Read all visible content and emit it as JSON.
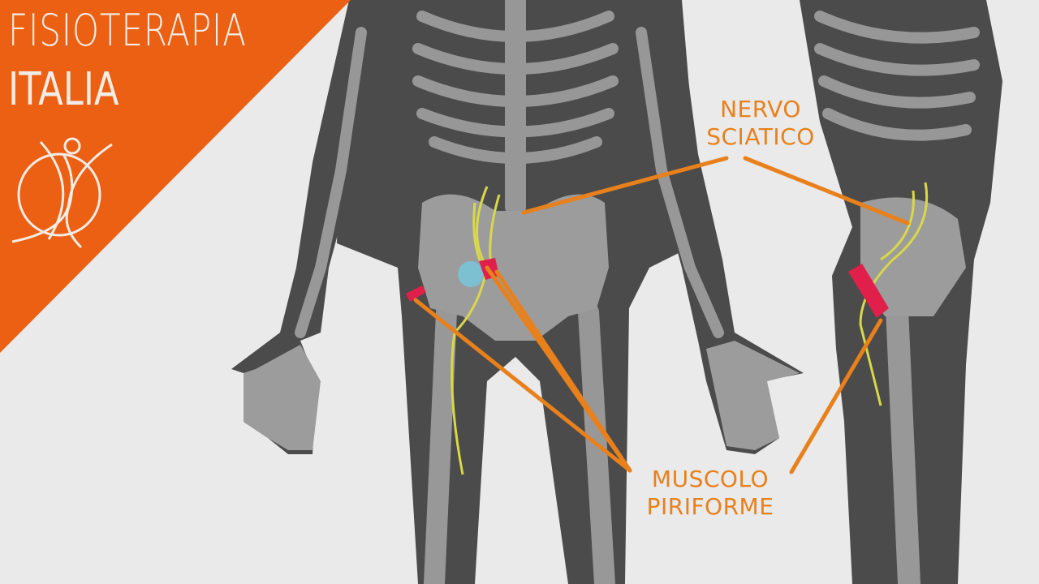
{
  "brand": {
    "line1": "FISIOTERAPIA",
    "line2": "ITALIA",
    "color": "#eb6012"
  },
  "labels": {
    "sciatic_nerve": [
      "NERVO",
      "SCIATICO"
    ],
    "piriformis": [
      "MUSCOLO",
      "PIRIFORME"
    ]
  },
  "colors": {
    "background": "#eaeaea",
    "body": "#4b4b4b",
    "bone": "#9c9c9c",
    "nerve": "#d8d84a",
    "muscle": "#e0204a",
    "leader": "#e8801c"
  }
}
